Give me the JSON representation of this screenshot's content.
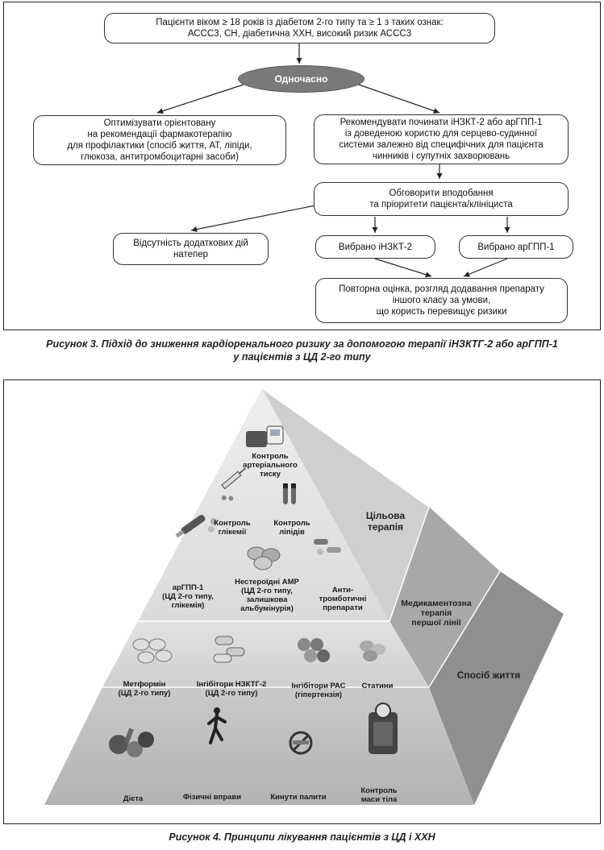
{
  "figure3": {
    "box_top": "Пацієнти віком ≥ 18 років із діабетом 2-го типу та ≥ 1 з таких ознак:\nАССС3, СН, діабетична ХХН, високий ризик АССС3",
    "oval": "Одночасно",
    "box_left": "Оптимізувати орієнтовану\nна рекомендації фармакотерапію\nдля профілактики (спосіб життя, АТ, ліпіди,\nглюкоза, антитромбоцитарні засоби)",
    "box_right": "Рекомендувати починати іНЗКТ-2 або арГПП-1\nіз доведеною користю для серцево-судинної\nсистеми залежно від специфічних для пацієнта\nчинників і супутніх захворювань",
    "box_discuss": "Обговорити вподобання\nта пріоритети пацієнта/клініциста",
    "box_none": "Відсутність додаткових дій\nнатепер",
    "box_sglt2": "Вибрано іНЗКТ-2",
    "box_glp1": "Вибрано арГПП-1",
    "box_reassess": "Повторна оцінка, розгляд додавання препарату\nіншого класу за умови,\nщо користь перевищує ризики",
    "caption": "Рисунок 3. Підхід до зниження кардіоренального ризику за допомогою терапії іНЗКТГ-2 або арГПП-1\nу пацієнтів з ЦД 2-го типу"
  },
  "figure4": {
    "labels": {
      "bp": "Контроль\nартеріального\nтиску",
      "glycemia": "Контроль\nглікемії",
      "lipids": "Контроль\nліпідів",
      "glp1": "арГПП-1\n(ЦД 2-го типу,\nглікемія)",
      "nsaid": "Нестероїдні АМР\n(ЦД 2-го типу,\nзалишкова\nальбумінурія)",
      "antithrombotic": "Анти-\nтромботичні\nпрепарати",
      "metformin": "Метформін\n(ЦД 2-го типу)",
      "sglt2": "Інгібітори НЗКТГ-2\n(ЦД 2-го типу)",
      "ras": "Інгібітори РАС\n(гіпертензія)",
      "statins": "Статини",
      "diet": "Дієта",
      "exercise": "Фізичні вправи",
      "smoking": "Кинути палити",
      "weight": "Контроль\nмаси тіла"
    },
    "side": {
      "target": "Цільова\nтерапія",
      "firstline": "Медикаментозна\nтерапія\nпершої лінії",
      "lifestyle": "Спосіб життя"
    },
    "caption": "Рисунок 4. Принципи лікування пацієнтів з ЦД і ХХН"
  }
}
